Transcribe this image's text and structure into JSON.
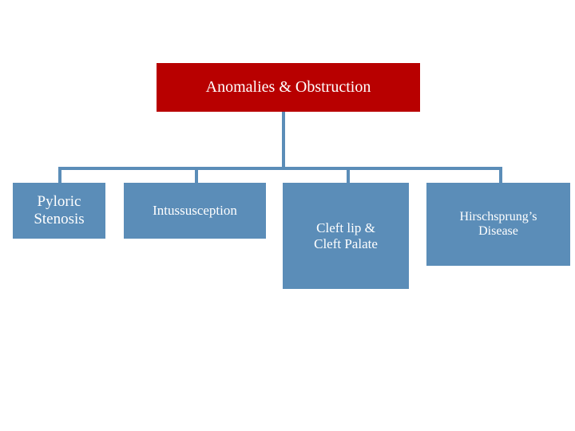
{
  "diagram": {
    "type": "org-chart",
    "root": {
      "label": "Anomalies & Obstruction",
      "color": "#b80000",
      "text_color": "#ffffff"
    },
    "connector_color": "#5b8db8",
    "children": [
      {
        "label": "Pyloric\nStenosis",
        "color": "#5b8db8",
        "font_size": 19
      },
      {
        "label": "Intussusception",
        "color": "#5b8db8",
        "font_size": 17
      },
      {
        "label": "Cleft lip &\nCleft Palate",
        "color": "#5b8db8",
        "font_size": 17
      },
      {
        "label": "Hirschsprung’s\nDisease",
        "color": "#5b8db8",
        "font_size": 16
      }
    ]
  }
}
